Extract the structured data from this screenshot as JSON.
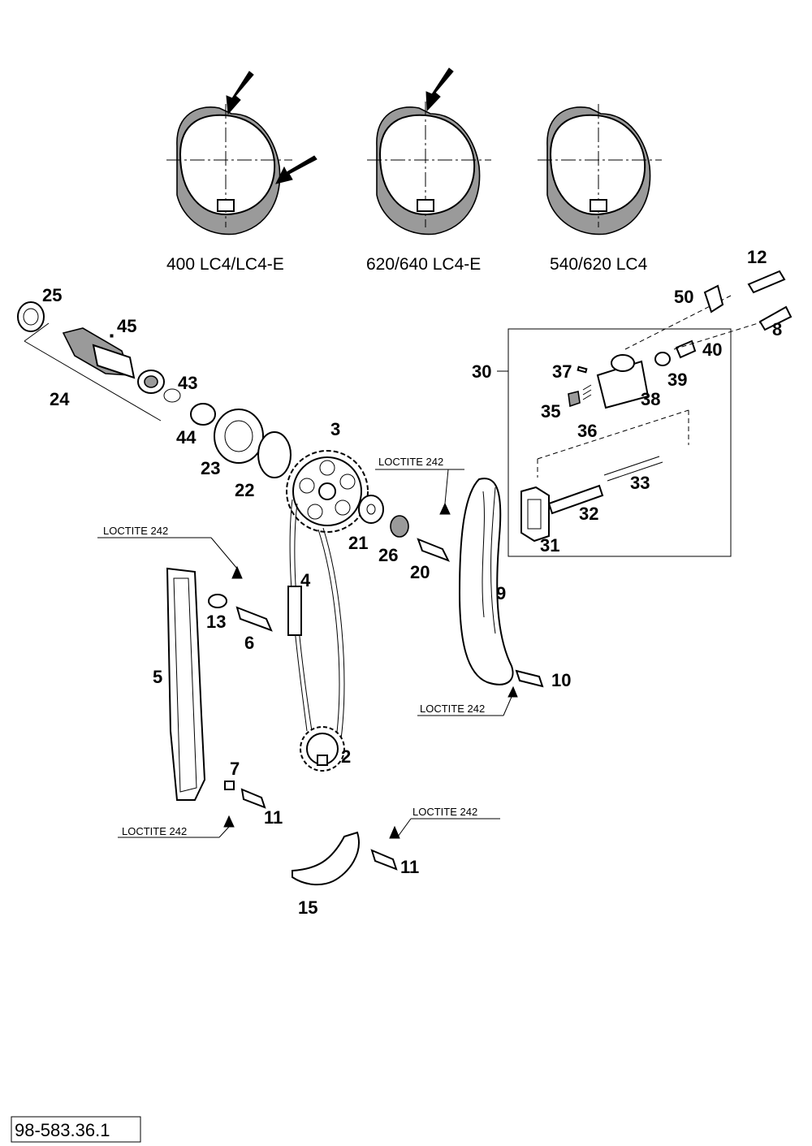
{
  "variants": [
    "400 LC4/LC4-E",
    "620/640 LC4-E",
    "540/620 LC4"
  ],
  "callouts": {
    "p2": "2",
    "p3": "3",
    "p4": "4",
    "p5": "5",
    "p6": "6",
    "p7": "7",
    "p8": "8",
    "p9": "9",
    "p10": "10",
    "p11a": "11",
    "p11b": "11",
    "p12": "12",
    "p13": "13",
    "p15": "15",
    "p20": "20",
    "p21": "21",
    "p22": "22",
    "p23": "23",
    "p24": "24",
    "p25": "25",
    "p26": "26",
    "p30": "30",
    "p31": "31",
    "p32": "32",
    "p33": "33",
    "p35": "35",
    "p36": "36",
    "p37": "37",
    "p38": "38",
    "p39": "39",
    "p40": "40",
    "p43": "43",
    "p44": "44",
    "p45": "45",
    "p50": "50"
  },
  "notes": {
    "loctite_1": "LOCTITE 242",
    "loctite_2": "LOCTITE 242",
    "loctite_3": "LOCTITE 242",
    "loctite_4": "LOCTITE 242",
    "loctite_5": "LOCTITE 242"
  },
  "doc_number": "98-583.36.1"
}
